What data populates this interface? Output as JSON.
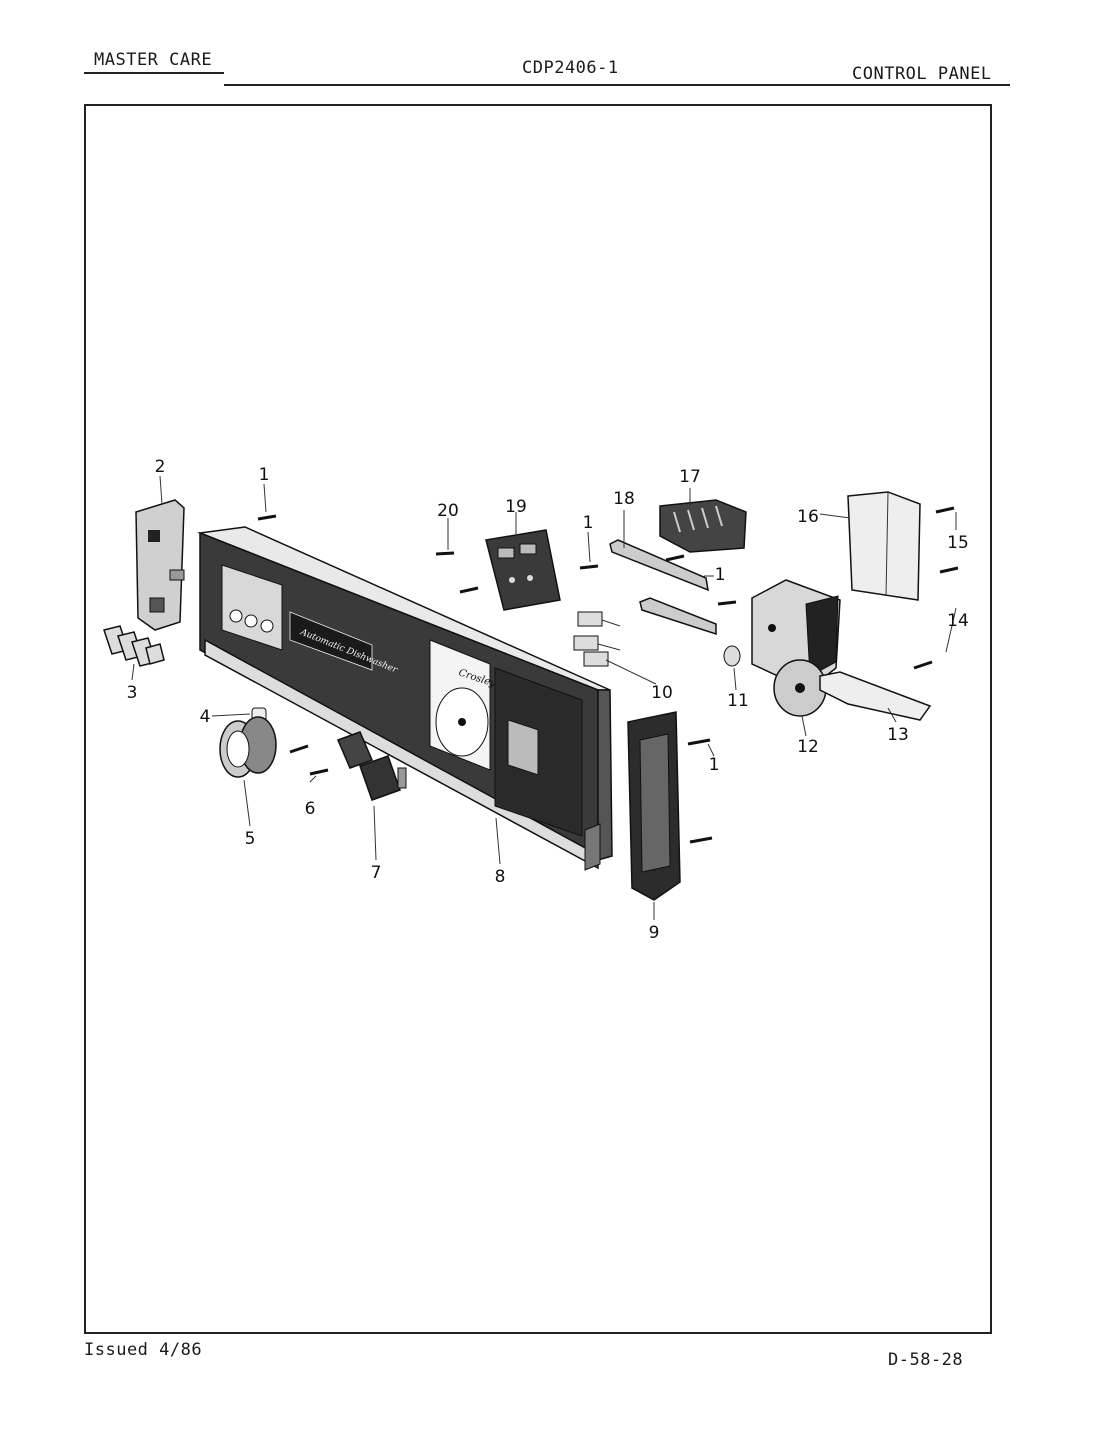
{
  "header": {
    "left": "MASTER CARE",
    "center": "CDP2406-1",
    "right": "CONTROL PANEL"
  },
  "footer": {
    "left": "Issued 4/86",
    "right": "D-58-28"
  },
  "diagram": {
    "panel_brand": "Crosley",
    "panel_script": "Automatic Dishwasher",
    "callouts": {
      "c1_top": "1",
      "c1_mid": "1",
      "c1_right_bracket": "1",
      "c1_lower": "1",
      "c2": "2",
      "c3": "3",
      "c4": "4",
      "c5": "5",
      "c6": "6",
      "c7": "7",
      "c8": "8",
      "c9": "9",
      "c10": "10",
      "c11": "11",
      "c12": "12",
      "c13": "13",
      "c14": "14",
      "c15": "15",
      "c16": "16",
      "c17": "17",
      "c18": "18",
      "c19": "19",
      "c20": "20"
    }
  }
}
